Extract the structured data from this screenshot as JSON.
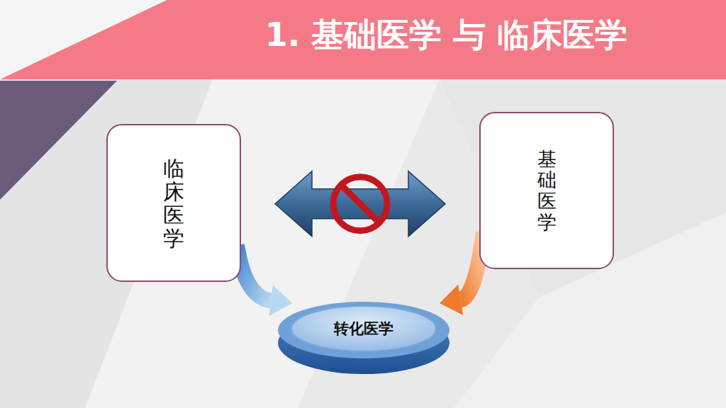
{
  "diagram": {
    "title": "1. 基础医学 与 临床医学",
    "nodes": [
      {
        "text": [
          "临床医学"
        ]
      },
      {
        "text": [
          "基础医学"
        ]
      },
      {
        "text": [
          "转化医学"
        ]
      }
    ],
    "edges": [
      {
        "from": 0,
        "to": 1,
        "arrow": "both"
      },
      {
        "from": 0,
        "to": 2,
        "arrow": "to"
      },
      {
        "from": 1,
        "to": 2,
        "arrow": "to"
      }
    ]
  }
}
